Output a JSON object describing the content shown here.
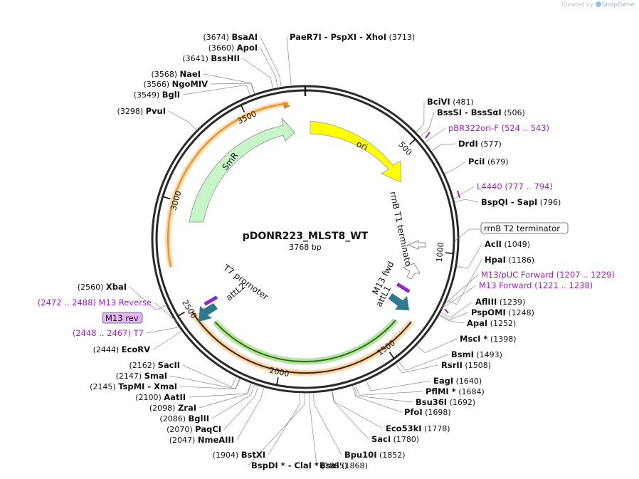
{
  "credit": {
    "prefix": "Created by",
    "brand": "SnapGene"
  },
  "plasmid": {
    "name": "pDONR223_MLST8_WT",
    "length_label": "3768 bp",
    "length": 3768
  },
  "ticks": [
    "500",
    "1000",
    "1500",
    "2000",
    "2500",
    "3000",
    "3500"
  ],
  "features": [
    {
      "label": "ori",
      "kind": "arrow",
      "color": "#ffff00"
    },
    {
      "label": "SmR",
      "kind": "arrow",
      "color": "#c8f5c8"
    },
    {
      "label": "rrnB T1 terminator",
      "kind": "terminator"
    },
    {
      "label": "rrnB T2 terminator",
      "kind": "terminator"
    },
    {
      "label": "M13 fwd",
      "kind": "primer-site"
    },
    {
      "label": "attL1",
      "kind": "site",
      "color": "#2e7b8f"
    },
    {
      "label": "T7 promoter",
      "kind": "promoter"
    },
    {
      "label": "attL2",
      "kind": "site",
      "color": "#2e7b8f"
    },
    {
      "label": "M13 rev",
      "kind": "primer-site"
    }
  ],
  "enzymes": [
    {
      "name": "BsaAI",
      "pos": "(3674)"
    },
    {
      "name": "ApoI",
      "pos": "(3660)"
    },
    {
      "name": "BssHII",
      "pos": "(3641)"
    },
    {
      "name": "NaeI",
      "pos": "(3568)"
    },
    {
      "name": "NgoMIV",
      "pos": "(3566)"
    },
    {
      "name": "BglI",
      "pos": "(3549)"
    },
    {
      "name": "PvuI",
      "pos": "(3298)"
    },
    {
      "name": "PaeR7I  -  PspXI  -  XhoI",
      "pos": "(3713)"
    },
    {
      "name": "BciVI",
      "pos": "(481)"
    },
    {
      "name": "BssSI  -  BssSαI",
      "pos": "(506)"
    },
    {
      "name": "DrdI",
      "pos": "(577)"
    },
    {
      "name": "PciI",
      "pos": "(679)"
    },
    {
      "name": "BspQI  -  SapI",
      "pos": "(796)"
    },
    {
      "name": "AclI",
      "pos": "(1049)"
    },
    {
      "name": "HpaI",
      "pos": "(1186)"
    },
    {
      "name": "AflIII",
      "pos": "(1239)"
    },
    {
      "name": "PspOMI",
      "pos": "(1248)"
    },
    {
      "name": "ApaI",
      "pos": "(1252)"
    },
    {
      "name": "MscI *",
      "pos": "(1398)"
    },
    {
      "name": "BsmI",
      "pos": "(1493)"
    },
    {
      "name": "RsrII",
      "pos": "(1508)"
    },
    {
      "name": "EagI",
      "pos": "(1640)"
    },
    {
      "name": "PflMI *",
      "pos": "(1684)"
    },
    {
      "name": "Bsu36I",
      "pos": "(1692)"
    },
    {
      "name": "PfoI",
      "pos": "(1698)"
    },
    {
      "name": "Eco53kI",
      "pos": "(1778)"
    },
    {
      "name": "SacI",
      "pos": "(1780)"
    },
    {
      "name": "Bpu10I",
      "pos": "(1852)"
    },
    {
      "name": "BsaI",
      "pos": "(1868)"
    },
    {
      "name": "BstXI",
      "pos": "(1904)"
    },
    {
      "name": "BspDI *  -  ClaI *",
      "pos": "(1885)"
    },
    {
      "name": "NmeAIII",
      "pos": "(2047)"
    },
    {
      "name": "PaqCI",
      "pos": "(2070)"
    },
    {
      "name": "BglII",
      "pos": "(2086)"
    },
    {
      "name": "ZraI",
      "pos": "(2098)"
    },
    {
      "name": "AatII",
      "pos": "(2100)"
    },
    {
      "name": "TspMI  -  XmaI",
      "pos": "(2145)"
    },
    {
      "name": "SmaI",
      "pos": "(2147)"
    },
    {
      "name": "SacII",
      "pos": "(2162)"
    },
    {
      "name": "EcoRV",
      "pos": "(2444)"
    },
    {
      "name": "XbaI",
      "pos": "(2560)"
    }
  ],
  "primers": [
    {
      "name": "pBR322ori-F",
      "pos": "(524 .. 543)"
    },
    {
      "name": "L4440",
      "pos": "(777 .. 794)"
    },
    {
      "name": "M13/pUC Forward",
      "pos": "(1207 .. 1229)"
    },
    {
      "name": "M13 Forward",
      "pos": "(1221 .. 1238)"
    },
    {
      "name": "M13 Reverse",
      "pos": "(2472 .. 2488)"
    },
    {
      "name": "T7",
      "pos": "(2448 .. 2467)"
    }
  ],
  "callouts": {
    "rrnB_T2": "rrnB T2 terminator",
    "m13rev": "M13 rev"
  }
}
